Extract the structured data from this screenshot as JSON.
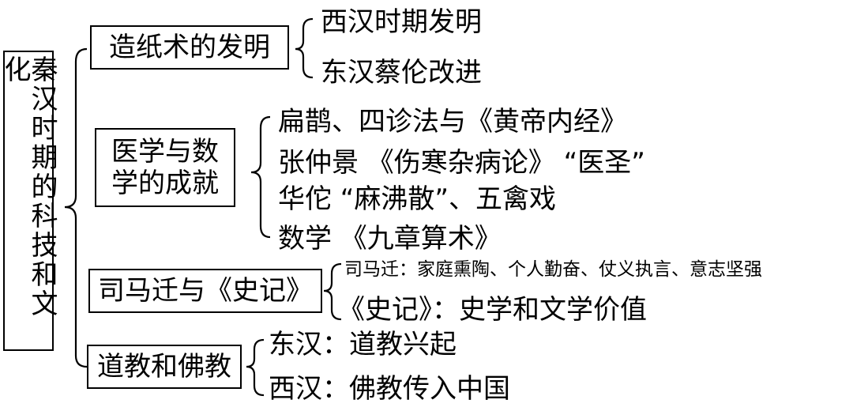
{
  "root": {
    "label": "秦汉时期的科技和文化"
  },
  "categories": [
    {
      "label": "造纸术的发明",
      "items": [
        "西汉时期发明",
        "东汉蔡伦改进"
      ]
    },
    {
      "label_line1": "医学与数",
      "label_line2": "学的成就",
      "items": [
        "扁鹊、四诊法与《黄帝内经》",
        "张仲景 《伤寒杂病论》 “医圣”",
        "华佗 “麻沸散”、五禽戏",
        "数学 《九章算术》"
      ]
    },
    {
      "label": "司马迁与《史记》",
      "items": [
        "司马迁：家庭熏陶、个人勤奋、仗义执言、意志坚强",
        "《史记》：史学和文学价值"
      ]
    },
    {
      "label": "道教和佛教",
      "items": [
        "东汉：道教兴起",
        "西汉：佛教传入中国"
      ]
    }
  ]
}
